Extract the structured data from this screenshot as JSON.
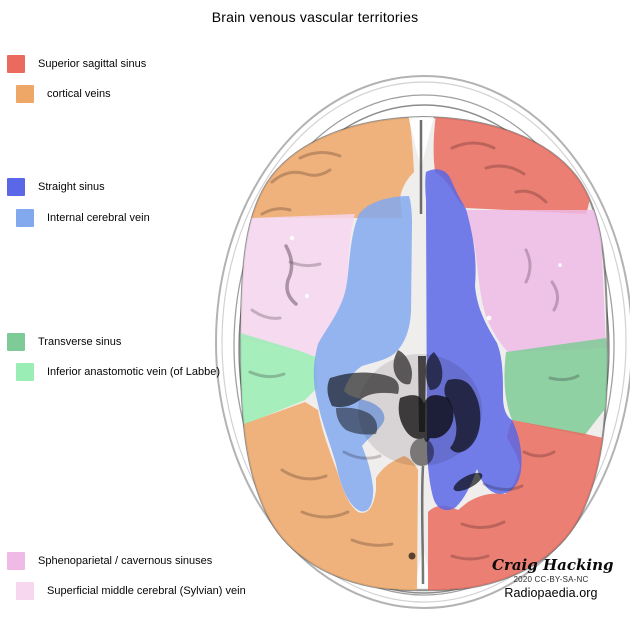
{
  "title": "Brain venous vascular territories",
  "legend": {
    "items": [
      {
        "label": "Superior sagittal sinus",
        "color": "#EA6B5D"
      },
      {
        "label": "cortical veins",
        "color": "#EFA768"
      },
      {
        "label": "Straight sinus",
        "color": "#5A67E6"
      },
      {
        "label": "Internal cerebral vein",
        "color": "#82A9EE"
      },
      {
        "label": "Transverse sinus",
        "color": "#7FCB97"
      },
      {
        "label": "Inferior anastomotic vein (of Labbe)",
        "color": "#9AEDB4"
      },
      {
        "label": "Sphenoparietal / cavernous sinuses",
        "color": "#EFBBE6"
      },
      {
        "label": "Superficial middle cerebral (Sylvian) vein",
        "color": "#F7D7F0"
      }
    ]
  },
  "credit": {
    "author": "Craig Hacking",
    "license": "2020 CC-BY-SA-NC",
    "source": "Radiopaedia.org"
  }
}
